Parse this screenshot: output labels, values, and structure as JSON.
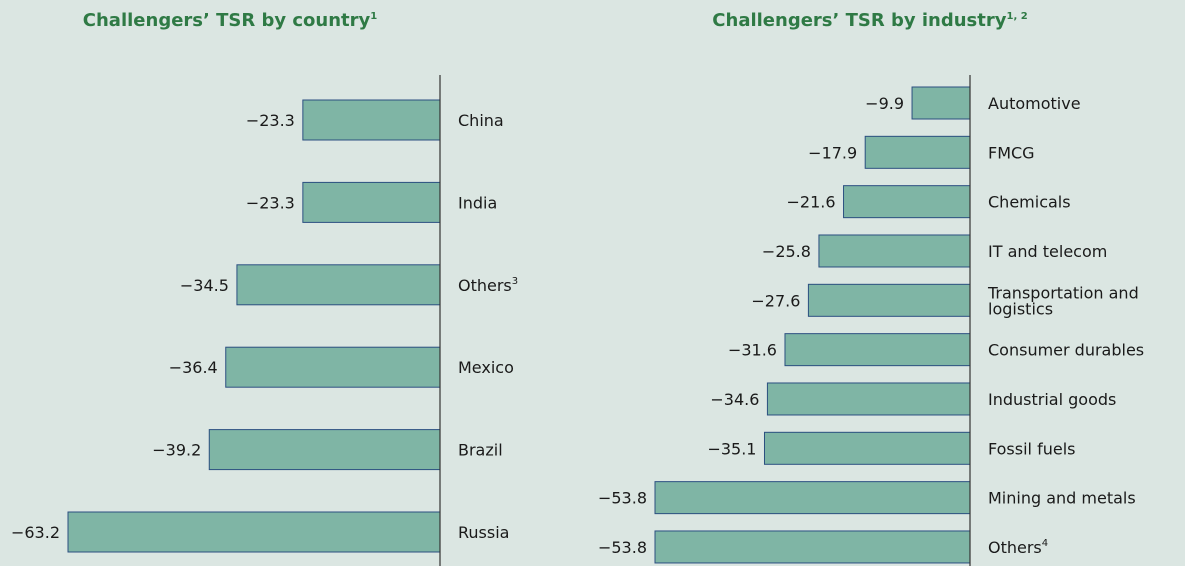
{
  "colors": {
    "bar_fill": "#7fb5a5",
    "bar_stroke": "#2b4f80",
    "axis": "#333333",
    "title": "#2f7a45",
    "background": "#dbe6e2"
  },
  "chart_data": [
    {
      "type": "bar",
      "orientation": "horizontal",
      "title": "Challengers’ TSR by country",
      "title_note": "1",
      "categories": [
        "China",
        "India",
        "Others",
        "Mexico",
        "Brazil",
        "Russia"
      ],
      "category_notes": [
        "",
        "",
        "3",
        "",
        "",
        ""
      ],
      "values": [
        -23.3,
        -23.3,
        -34.5,
        -36.4,
        -39.2,
        -63.2
      ],
      "value_labels": [
        "−23.3",
        "−23.3",
        "−34.5",
        "−36.4",
        "−39.2",
        "−63.2"
      ],
      "xlim": [
        -63.2,
        0
      ]
    },
    {
      "type": "bar",
      "orientation": "horizontal",
      "title": "Challengers’ TSR by industry",
      "title_note": "1, 2",
      "categories": [
        "Automotive",
        "FMCG",
        "Chemicals",
        "IT and telecom",
        "Transportation and logistics",
        "Consumer durables",
        "Industrial goods",
        "Fossil fuels",
        "Mining and metals",
        "Others"
      ],
      "category_notes": [
        "",
        "",
        "",
        "",
        "",
        "",
        "",
        "",
        "",
        "4"
      ],
      "values": [
        -9.9,
        -17.9,
        -21.6,
        -25.8,
        -27.6,
        -31.6,
        -34.6,
        -35.1,
        -53.8,
        -53.8
      ],
      "value_labels": [
        "−9.9",
        "−17.9",
        "−21.6",
        "−25.8",
        "−27.6",
        "−31.6",
        "−34.6",
        "−35.1",
        "−53.8",
        "−53.8"
      ],
      "xlim": [
        -53.8,
        0
      ]
    }
  ]
}
